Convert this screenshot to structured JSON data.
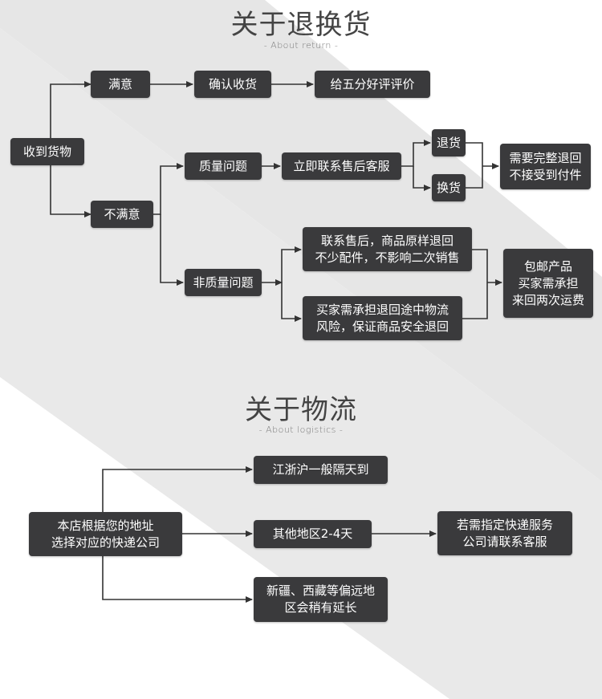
{
  "return_section": {
    "title": "关于退换货",
    "subtitle": "- About return -",
    "nodes": {
      "received": "收到货物",
      "satisfied": "满意",
      "confirm": "确认收货",
      "rate": "给五分好评评价",
      "unsatisfied": "不满意",
      "quality": "质量问题",
      "contact_service": "立即联系售后客服",
      "return": "退货",
      "exchange": "换货",
      "need_complete": "需要完整退回\n不接受到付件",
      "non_quality": "非质量问题",
      "contact_after": "联系售后，商品原样退回\n不少配件，不影响二次销售",
      "buyer_risk": "买家需承担退回途中物流\n风险，保证商品安全退回",
      "free_shipping": "包邮产品\n买家需承担\n来回两次运费"
    }
  },
  "logistics_section": {
    "title": "关于物流",
    "subtitle": "- About logistics -",
    "nodes": {
      "store": "本店根据您的地址\n选择对应的快递公司",
      "jzh": "江浙沪一般隔天到",
      "other": "其他地区2-4天",
      "specify": "若需指定快递服务\n公司请联系客服",
      "remote": "新疆、西藏等偏远地\n区会稍有延长"
    }
  },
  "colors": {
    "node_bg": "#3a3a3c",
    "node_text": "#ffffff",
    "connector": "#333333",
    "band": "#e4e4e4"
  }
}
